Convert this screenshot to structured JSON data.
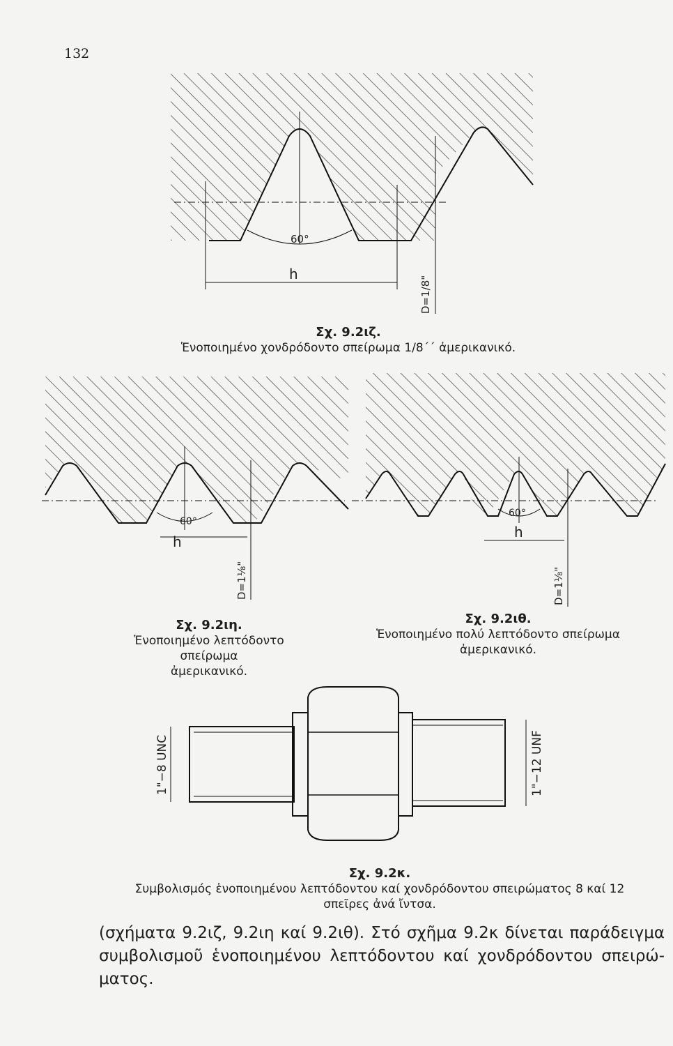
{
  "page_number": "132",
  "figures": [
    {
      "id": "Σχ. 9.2ιζ.",
      "caption": "Ἑνοποιημένο χονδρόδοντο σπείρωμα 1/8΄΄ ἀμερικανικό.",
      "labels": {
        "angle": "60°",
        "height": "h",
        "diameter": "D=1/8\""
      }
    },
    {
      "id": "Σχ. 9.2ιη.",
      "caption_line1": "Ἑνοποιημένο λεπτόδοντο σπείρωμα",
      "caption_line2": "ἀμερικανικό.",
      "labels": {
        "angle": "60°",
        "height": "h",
        "diameter": "D=1⅛\""
      }
    },
    {
      "id": "Σχ. 9.2ιθ.",
      "caption_line1": "Ἑνοποιημένο πολύ λεπτόδοντο σπείρωμα",
      "caption_line2": "ἀμερικανικό.",
      "labels": {
        "angle": "60°",
        "height": "h",
        "diameter": "D=1⅛\""
      }
    },
    {
      "id": "Σχ. 9.2κ.",
      "caption_line1": "Συμβολισμός ἑνοποιημένου λεπτόδοντου καί χονδρόδοντου σπειρώματος 8 καί 12",
      "caption_line2": "σπεῖρες ἀνά ἴντσα.",
      "labels": {
        "left_thread": "1\"−8 UNC",
        "right_thread": "1\"−12 UNF"
      }
    }
  ],
  "body_text": "(σχήματα 9.2ιζ, 9.2ιη καί 9.2ιθ). Στό σχῆμα 9.2κ δίνεται παράδειγμα συμβολισμοῦ ἑνοποιημένου λεπτόδοντου καί χονδρόδοντου σπειρώ-ματος."
}
